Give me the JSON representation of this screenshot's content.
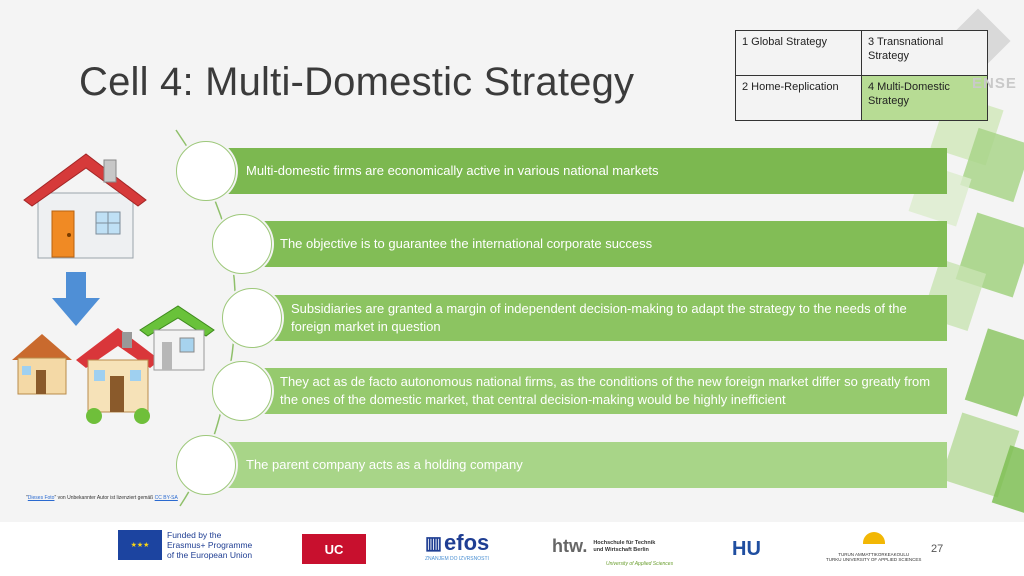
{
  "title": "Cell 4: Multi-Domestic Strategy",
  "matrix": {
    "cells": [
      [
        "1 Global Strategy",
        "3  Transnational Strategy"
      ],
      [
        "2 Home-Replication",
        "4 Multi-Domestic Strategy"
      ]
    ],
    "active_cell": "4 Multi-Domestic Strategy"
  },
  "brand_fragment": "ENSE",
  "steps": [
    "Multi-domestic firms are economically active in various national markets",
    "The objective is to guarantee the international corporate success",
    "Subsidiaries are granted a margin of independent decision-making to adapt the strategy to the needs of the foreign market in question",
    "They act as de facto autonomous national firms, as the conditions of the new foreign market differ so greatly from the ones of the domestic market, that central decision-making would be highly inefficient",
    "The parent company acts as a holding company"
  ],
  "credit": {
    "prefix": "\"",
    "link1": "Dieses Foto",
    "middle": "\" von Unbekannter Autor ist lizenziert gemäß",
    "link2": "CC BY-SA"
  },
  "footer": {
    "erasmus_line1": "Funded by the",
    "erasmus_line2": "Erasmus+ Programme",
    "erasmus_line3": "of the European Union",
    "uc_text": "UC",
    "efos_text": "efos",
    "efos_sub": "ZNANJEM DO IZVRSNOSTI",
    "htw_text": "htw.",
    "htw_line1": "Hochschule für Technik",
    "htw_line2": "und Wirtschaft Berlin",
    "htw_sub": "University of Applied Sciences",
    "hu_text": "HU",
    "turku_text": "TURUN AMMATTIKORKEAKOULU",
    "turku_sub": "TURKU UNIVERSITY OF APPLIED SCIENCES",
    "page_number": "27"
  },
  "colors": {
    "band_dark": "#7cb850",
    "band_mid": "#8cc461",
    "band_light": "#a8d588",
    "active_cell": "#b7dc94",
    "arrow_blue": "#4f8fd6"
  }
}
